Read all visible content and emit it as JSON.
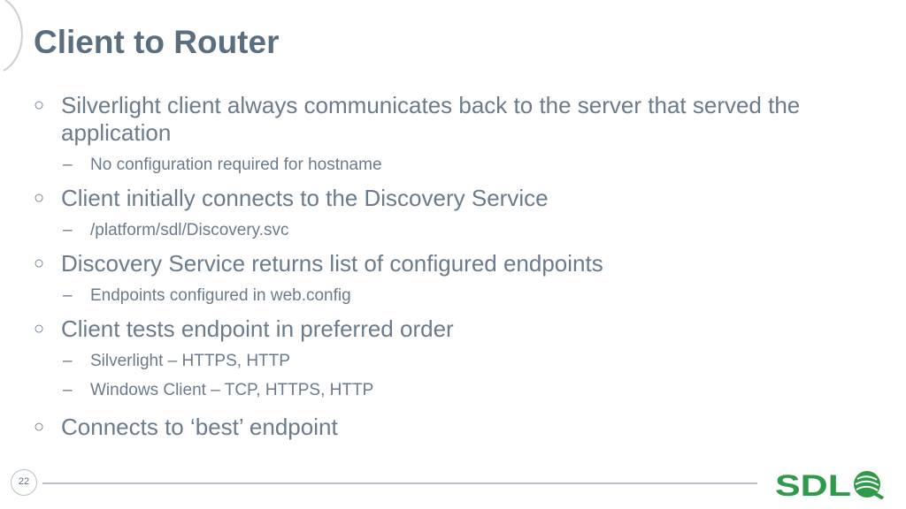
{
  "slide": {
    "title": "Client to Router",
    "bullet_marker": "○",
    "sub_marker": "–",
    "page_number": "22",
    "logo_text": "SDL"
  },
  "bullets": [
    {
      "text": "Silverlight client always communicates back to the server that served the application",
      "subs": [
        "No configuration required for hostname"
      ]
    },
    {
      "text": "Client initially connects to the Discovery Service",
      "subs": [
        "/platform/sdl/Discovery.svc"
      ]
    },
    {
      "text": "Discovery Service returns list of configured endpoints",
      "subs": [
        "Endpoints configured in web.config"
      ]
    },
    {
      "text": "Client tests endpoint in preferred order",
      "subs": [
        "Silverlight – HTTPS, HTTP",
        "Windows Client – TCP, HTTPS, HTTP"
      ]
    },
    {
      "text": "Connects to ‘best’ endpoint",
      "subs": []
    }
  ],
  "colors": {
    "title": "#5a6e80",
    "body": "#6a7b8c",
    "rule": "#b9c0c7",
    "logo": "#2e9a4a"
  },
  "icons": {
    "logo_mark": "sdl-swirl-icon",
    "corner": "corner-arc-decoration"
  }
}
